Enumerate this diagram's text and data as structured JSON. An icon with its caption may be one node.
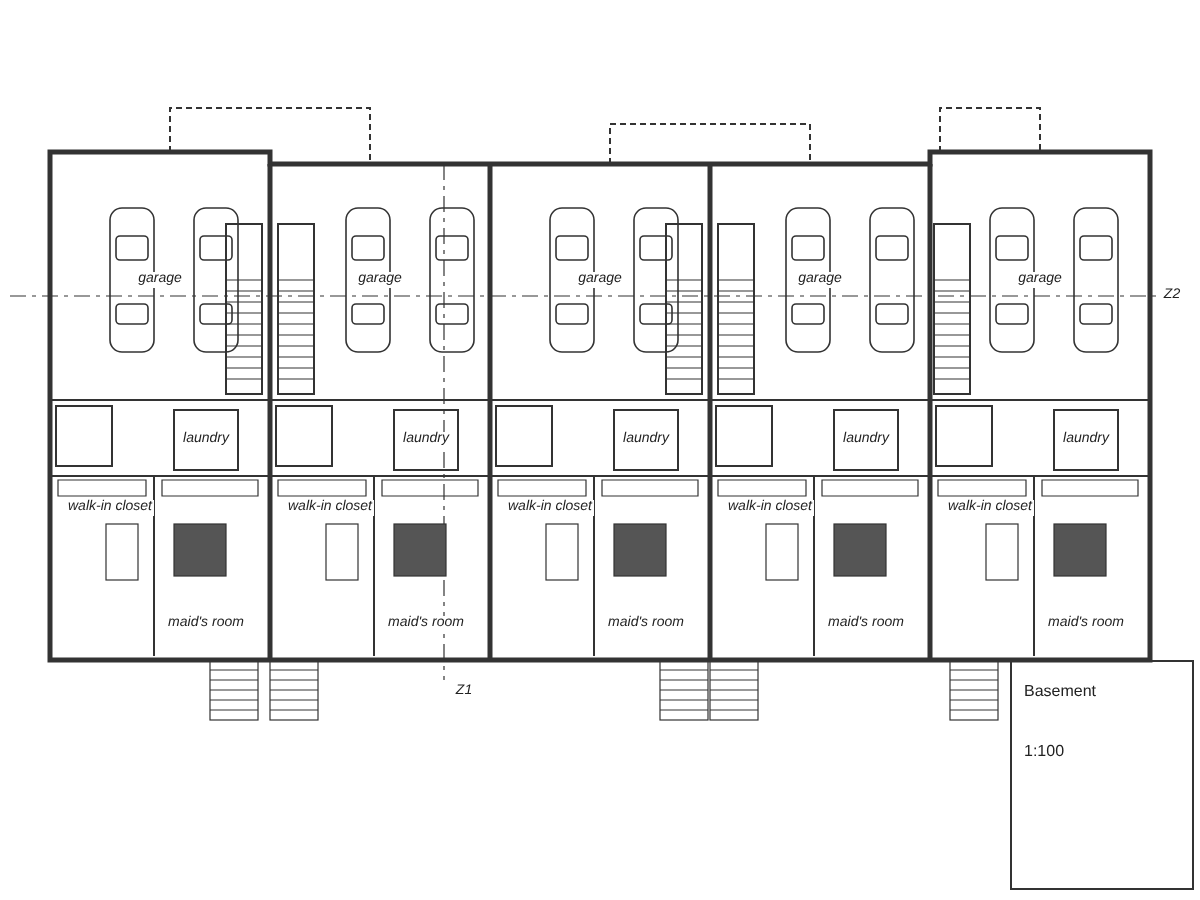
{
  "diagram": {
    "labels": [
      "garage",
      "garage",
      "garage",
      "garage",
      "garage",
      "Z2",
      "laundry",
      "laundry",
      "laundry",
      "laundry",
      "laundry",
      "walk-in closet",
      "walk-in closet",
      "walk-in closet",
      "walk-in closet",
      "walk-in closet",
      "maid's room",
      "maid's room",
      "maid's room",
      "maid's room",
      "maid's room",
      "Z1",
      "Basement",
      "1:100"
    ]
  }
}
